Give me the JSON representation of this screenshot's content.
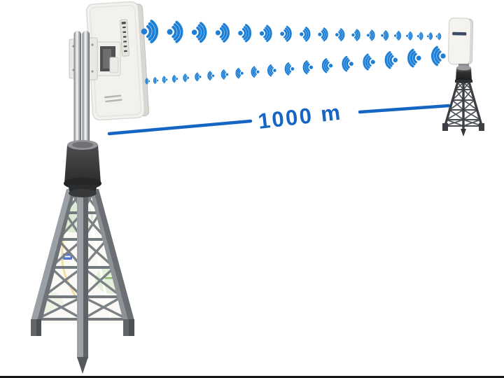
{
  "distance": {
    "label": "1000 m",
    "color": "#1565c4"
  },
  "signals": {
    "color": "#1d7fd6",
    "top_row": {
      "direction": "right",
      "count": 18
    },
    "bottom_row": {
      "direction": "left",
      "count": 19
    }
  },
  "left_device": {
    "led_tick_count": 7
  },
  "scene": {
    "background": "#ffffff",
    "bottom_border_color": "#161616"
  }
}
